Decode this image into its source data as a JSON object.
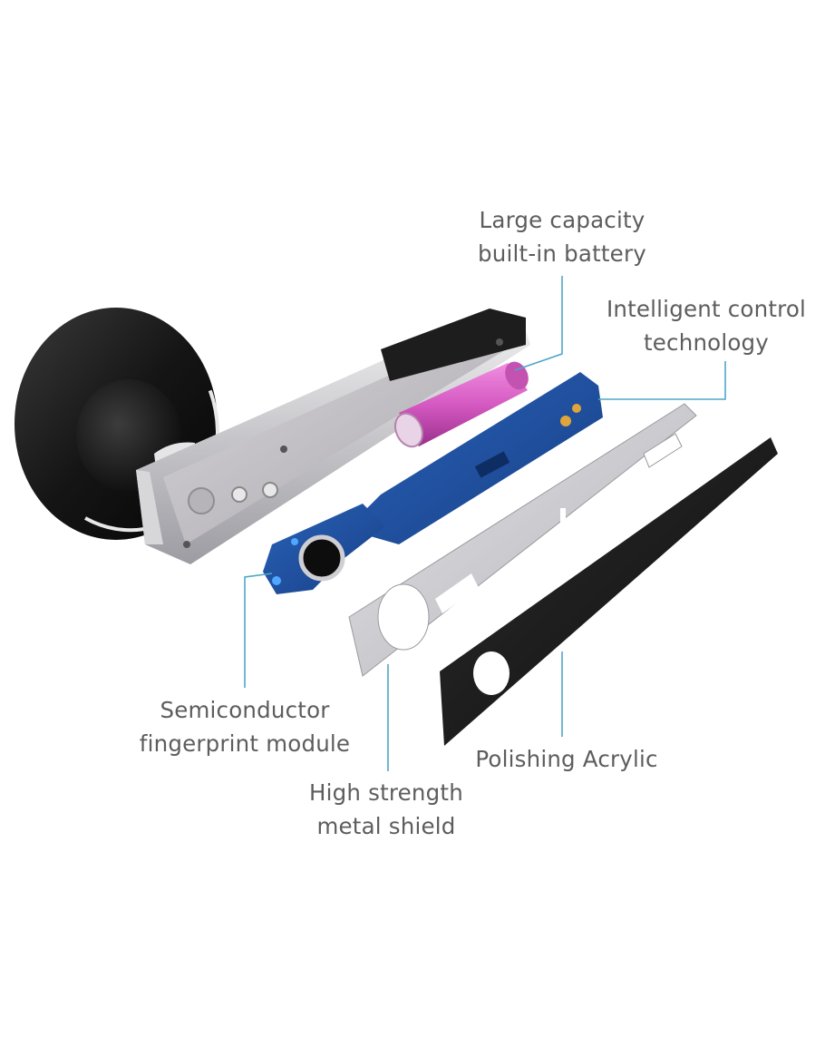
{
  "callouts": {
    "battery": {
      "line1": "Large capacity",
      "line2": "built-in battery"
    },
    "control": {
      "line1": "Intelligent control",
      "line2": "technology"
    },
    "fingerprint": {
      "line1": "Semiconductor",
      "line2": "fingerprint module"
    },
    "acrylic": {
      "line1": "Polishing Acrylic"
    },
    "shield": {
      "line1": "High strength",
      "line2": "metal shield"
    }
  },
  "colors": {
    "leader_line": "#4ea7c7",
    "label_text": "#5d5d5d",
    "pcb_blue": "#1f4f9c",
    "battery_pink": "#d85bc4",
    "housing_silver": "#c9c9cc",
    "acrylic_black": "#1c1c1c",
    "knob_black": "#161616"
  }
}
